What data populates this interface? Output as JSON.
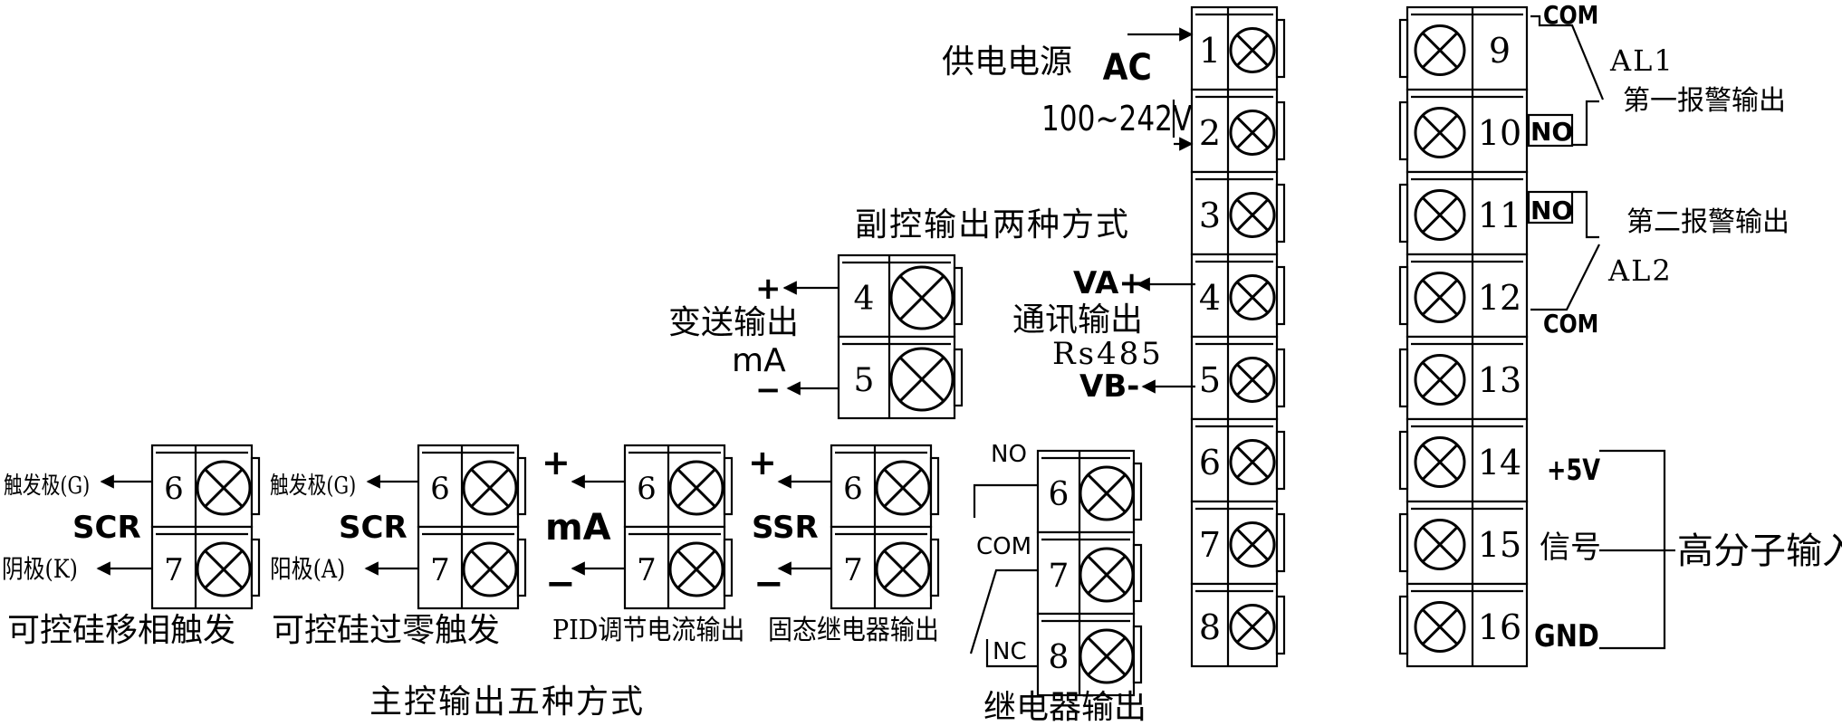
{
  "power": {
    "label": "供电电源",
    "ac": "AC",
    "voltage": "100~242V"
  },
  "right_column": {
    "terminals": [
      "1",
      "2",
      "3",
      "4",
      "5",
      "6",
      "7",
      "8"
    ]
  },
  "comm": {
    "label": "通讯输出",
    "protocol": "Rs485",
    "va": "VA+",
    "vb": "VB-"
  },
  "far_right_column": {
    "terminals": [
      "9",
      "10",
      "11",
      "12",
      "13",
      "14",
      "15",
      "16"
    ]
  },
  "alarm1": {
    "name": "AL1",
    "label": "第一报警输出",
    "com": "COM",
    "no": "NO"
  },
  "alarm2": {
    "name": "AL2",
    "label": "第二报警输出",
    "com": "COM",
    "no": "NO"
  },
  "polymer_input": {
    "label": "高分子输入",
    "plus5v": "+5V",
    "signal": "信号",
    "gnd": "GND"
  },
  "aux_output": {
    "title": "副控输出两种方式",
    "label": "变送输出",
    "unit": "mA",
    "plus": "+",
    "minus": "−",
    "terminals": [
      "4",
      "5"
    ]
  },
  "relay_output": {
    "label": "继电器输出",
    "no": "NO",
    "com": "COM",
    "nc": "NC",
    "terminals": [
      "6",
      "7",
      "8"
    ]
  },
  "main_output": {
    "title": "主控输出五种方式",
    "scr_phase": {
      "label": "可控硅移相触发",
      "trigger": "触发极(G)",
      "cathode": "阴极(K)",
      "scr": "SCR",
      "terminals": [
        "6",
        "7"
      ]
    },
    "scr_zero": {
      "label": "可控硅过零触发",
      "trigger": "触发极(G)",
      "anode": "阳极(A)",
      "scr": "SCR",
      "terminals": [
        "6",
        "7"
      ]
    },
    "pid_current": {
      "label": "PID调节电流输出",
      "unit": "mA",
      "plus": "+",
      "minus": "−",
      "terminals": [
        "6",
        "7"
      ]
    },
    "ssr": {
      "label": "固态继电器输出",
      "ssr": "SSR",
      "plus": "+",
      "minus": "−",
      "terminals": [
        "6",
        "7"
      ]
    }
  }
}
